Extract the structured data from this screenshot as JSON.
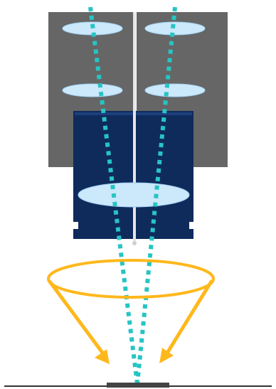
{
  "colors": {
    "background": "#ffffff",
    "housing_gray": "#666666",
    "housing_gray_edge": "#4a4a4a",
    "objective_navy": "#0f2b5c",
    "objective_navy_light": "#1c3f7d",
    "lens_fill": "#cce8fb",
    "lens_stroke": "#9fd0f2",
    "divider": "#e6e6e6",
    "light_path": "#27c4c4",
    "illumination_ring": "#ffb81c",
    "baseline": "#333333",
    "sample_stage": "#444444"
  },
  "elements": {
    "lens_icon": "ellipse-lens",
    "light_path_style": "dotted",
    "illumination_arrows": 2
  }
}
